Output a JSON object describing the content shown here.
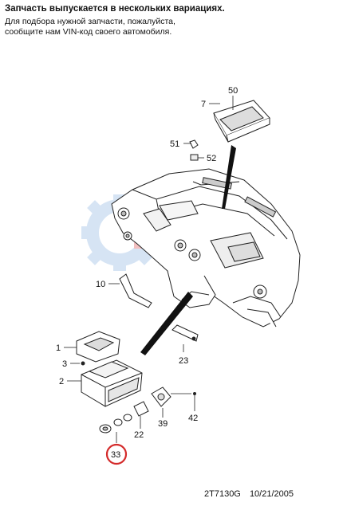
{
  "notice": {
    "title": "Запчасть выпускается в нескольких вариациях.",
    "lines": [
      "Для подбора нужной запчасти, пожалуйста,",
      "сообщите нам VIN-код своего автомобиля."
    ]
  },
  "callouts": {
    "c50": "50",
    "c7": "7",
    "c51": "51",
    "c52": "52",
    "c10": "10",
    "c23": "23",
    "c1": "1",
    "c3": "3",
    "c2": "2",
    "c42": "42",
    "c39": "39",
    "c22": "22",
    "c33": "33"
  },
  "highlighted_callout": "33",
  "footer": {
    "code": "2T7130G",
    "date": "10/21/2005"
  },
  "colors": {
    "highlight": "#d42a2a",
    "watermark_blue": "#cfe0f3",
    "watermark_red": "#f2b6b6",
    "line": "#222222"
  }
}
